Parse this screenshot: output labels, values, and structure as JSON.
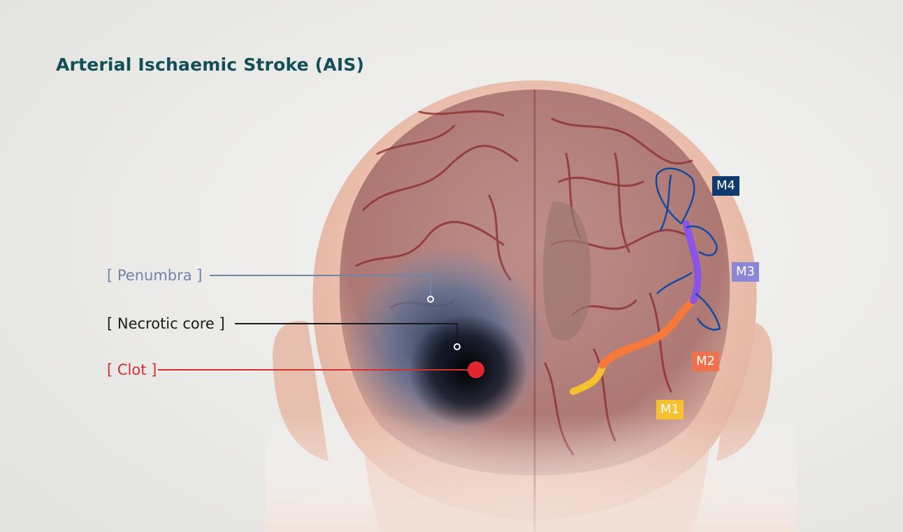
{
  "title": "Arterial Ischaemic Stroke (AIS)",
  "labels": {
    "penumbra": "[ Penumbra ]",
    "necrotic_core": "[ Necrotic core ]",
    "clot": "[ Clot ]"
  },
  "segments": {
    "m1": "M1",
    "m2": "M2",
    "m3": "M3",
    "m4": "M4"
  },
  "colors": {
    "title": "#124f57",
    "penumbra": "#6f84a6",
    "necrotic_core": "#1a1a1a",
    "clot": "#d32f2f",
    "m1": "#f6c12e",
    "m2": "#f0714c",
    "m3": "#8c86d6",
    "m4": "#0f3a6e"
  }
}
